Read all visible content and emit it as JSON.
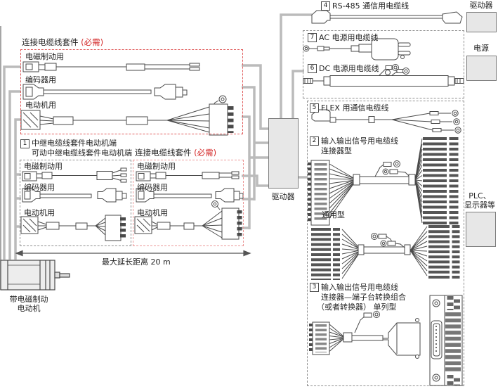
{
  "left": {
    "top_kit": {
      "title": "连接电缆线套件",
      "required": "(必需)",
      "items": [
        "电磁制动用",
        "编码器用",
        "电动机用"
      ]
    },
    "relay_kit": {
      "num": "1",
      "line1": "中继电缆线套件电动机端",
      "line2": "可动中继电缆线套件电动机端",
      "items": [
        "电磁制动用",
        "编码器用",
        "电动机用"
      ]
    },
    "mid_kit": {
      "title": "连接电缆线套件",
      "required": "(必需)",
      "items": [
        "电磁制动用",
        "编码器用",
        "电动机用"
      ]
    },
    "dimension_label": "最大延长距离 20 m",
    "motor": {
      "line1": "带电磁制动",
      "line2": "电动机"
    }
  },
  "center": {
    "driver_label": "驱动器"
  },
  "right": {
    "item4": {
      "num": "4",
      "label": "RS-485 通信用电缆线"
    },
    "item7": {
      "num": "7",
      "label": "AC 电源用电缆线"
    },
    "item6": {
      "num": "6",
      "label": "DC 电源用电缆线"
    },
    "item5": {
      "num": "5",
      "label": "FLEX 用通信电缆线"
    },
    "item2": {
      "num": "2",
      "line1": "输入输出信号用电缆线",
      "line2": "连接器型"
    },
    "general_label": "通用型",
    "item3": {
      "num": "3",
      "line1": "输入输出信号用电缆线",
      "line2": "连接器—端子台转换组合",
      "line3": "（或者转换器） 单列型"
    },
    "driver_box_label": "驱动器",
    "power_box_label": "电源",
    "plc": {
      "line1": "PLC、",
      "line2": "显示器等"
    }
  },
  "colors": {
    "required_red": "#d42a2a",
    "dashed_red": "#e05a5a",
    "dashed_pink": "#ec9898",
    "dashed_gray": "#8f8f8f",
    "connection_gray": "#bbbbbb",
    "box_fill": "#e7e7e7",
    "artwork_stroke": "#4a4a4a"
  }
}
